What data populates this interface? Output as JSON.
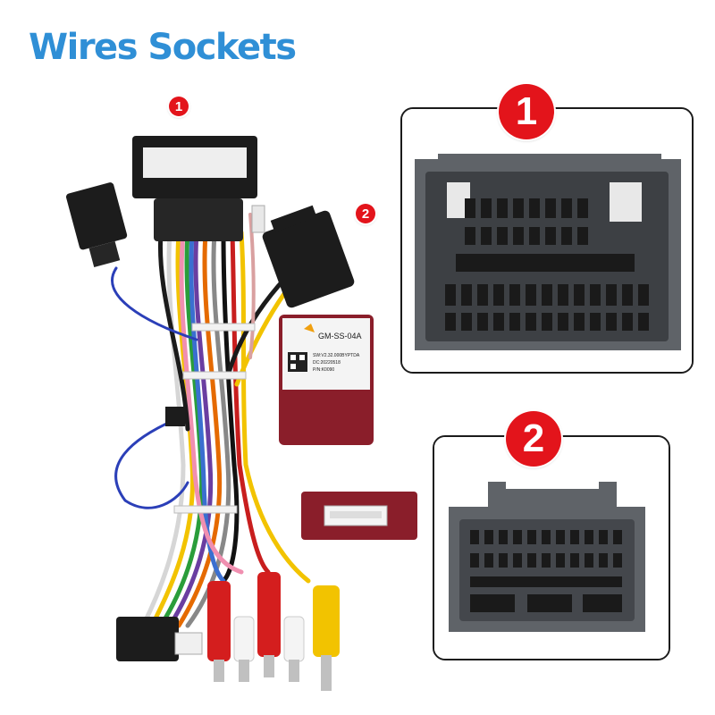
{
  "title": "Wires Sockets",
  "callouts": {
    "socket_1": "1",
    "socket_2": "2"
  },
  "decoder": {
    "model": "GM-SS-04A",
    "line1": "SW:V2.32.000BYPTDA",
    "line2": "DC:20220518",
    "line3": "P/N:K0090"
  },
  "colors": {
    "title": "#2f8fd6",
    "badge": "#e3141b",
    "connector": "#1c1c1c",
    "socket_grey": "#5f6368",
    "decoder_box": "#8a1e2a"
  }
}
